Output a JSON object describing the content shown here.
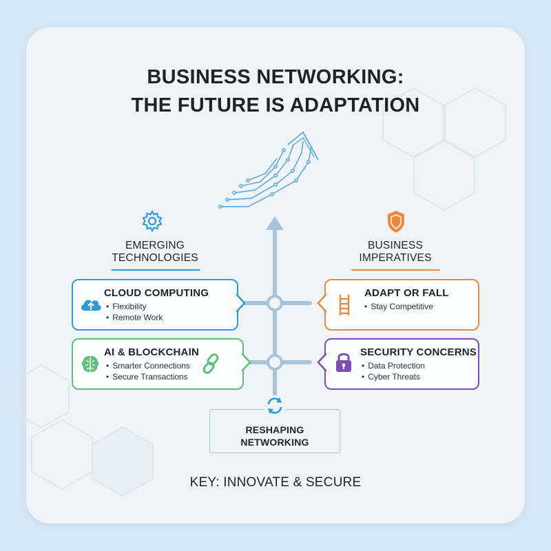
{
  "title": {
    "line1": "BUSINESS NETWORKING:",
    "line2": "THE FUTURE IS ADAPTATION"
  },
  "left_column": {
    "heading_line1": "EMERGING",
    "heading_line2": "TECHNOLOGIES",
    "icon": "gear-icon",
    "accent": "#2f9bd6",
    "boxes": [
      {
        "title": "CLOUD COMPUTING",
        "bullets": [
          "Flexibility",
          "Remote Work"
        ],
        "icon": "cloud-upload-icon",
        "color": "#2f9bd6"
      },
      {
        "title": "AI & BLOCKCHAIN",
        "bullets": [
          "Smarter Connections",
          "Secure Transactions"
        ],
        "icon": "brain-icon",
        "extra_icon": "chain-link-icon",
        "color": "#5cc07a"
      }
    ]
  },
  "right_column": {
    "heading_line1": "BUSINESS",
    "heading_line2": "IMPERATIVES",
    "icon": "shield-icon",
    "accent": "#f0883a",
    "boxes": [
      {
        "title": "ADAPT OR FALL",
        "bullets": [
          "Stay Competitive"
        ],
        "icon": "ladder-icon",
        "color": "#f0883a"
      },
      {
        "title": "SECURITY CONCERNS",
        "bullets": [
          "Data Protection",
          "Cyber Threats"
        ],
        "icon": "padlock-icon",
        "color": "#7c4fb5"
      }
    ]
  },
  "center": {
    "label_line1": "RESHAPING",
    "label_line2": "NETWORKING",
    "icon": "refresh-cycle-icon"
  },
  "key": "KEY: INNOVATE & SECURE",
  "colors": {
    "background": "#d7e7f4",
    "card": "#eef4fa",
    "connector": "#a9c3d8",
    "arrow": "#4aa3d8"
  }
}
